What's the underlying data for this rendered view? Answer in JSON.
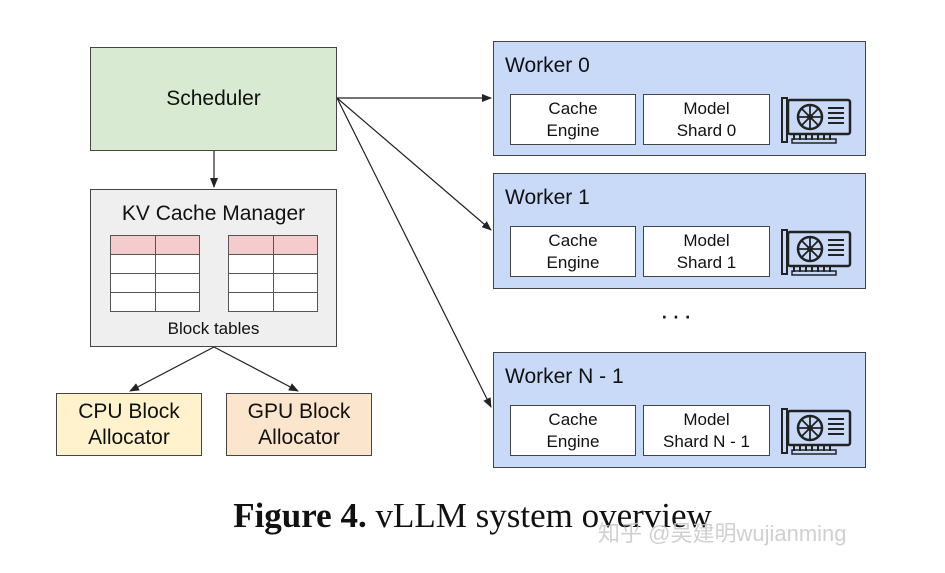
{
  "scheduler": {
    "label": "Scheduler"
  },
  "kv_cache_manager": {
    "title": "KV Cache Manager",
    "footer": "Block tables"
  },
  "cpu_block_allocator": {
    "line1": "CPU Block",
    "line2": "Allocator"
  },
  "gpu_block_allocator": {
    "line1": "GPU Block",
    "line2": "Allocator"
  },
  "workers": [
    {
      "title": "Worker 0",
      "cache_line1": "Cache",
      "cache_line2": "Engine",
      "model_line1": "Model",
      "model_line2": "Shard 0"
    },
    {
      "title": "Worker 1",
      "cache_line1": "Cache",
      "cache_line2": "Engine",
      "model_line1": "Model",
      "model_line2": "Shard 1"
    },
    {
      "title": "Worker N - 1",
      "cache_line1": "Cache",
      "cache_line2": "Engine",
      "model_line1": "Model",
      "model_line2": "Shard N - 1"
    }
  ],
  "ellipsis": "···",
  "caption": {
    "label": "Figure 4.",
    "text": " vLLM system overview"
  },
  "watermark": "知乎 @吴建明wujianming",
  "colors": {
    "scheduler_fill": "#d9ead3",
    "kv_fill": "#efefef",
    "block_header": "#f4cccc",
    "cpu_fill": "#fff2cc",
    "gpu_fill": "#fce5cd",
    "worker_fill": "#c9daf8"
  },
  "icons": {
    "gpu": "gpu-card-icon"
  }
}
